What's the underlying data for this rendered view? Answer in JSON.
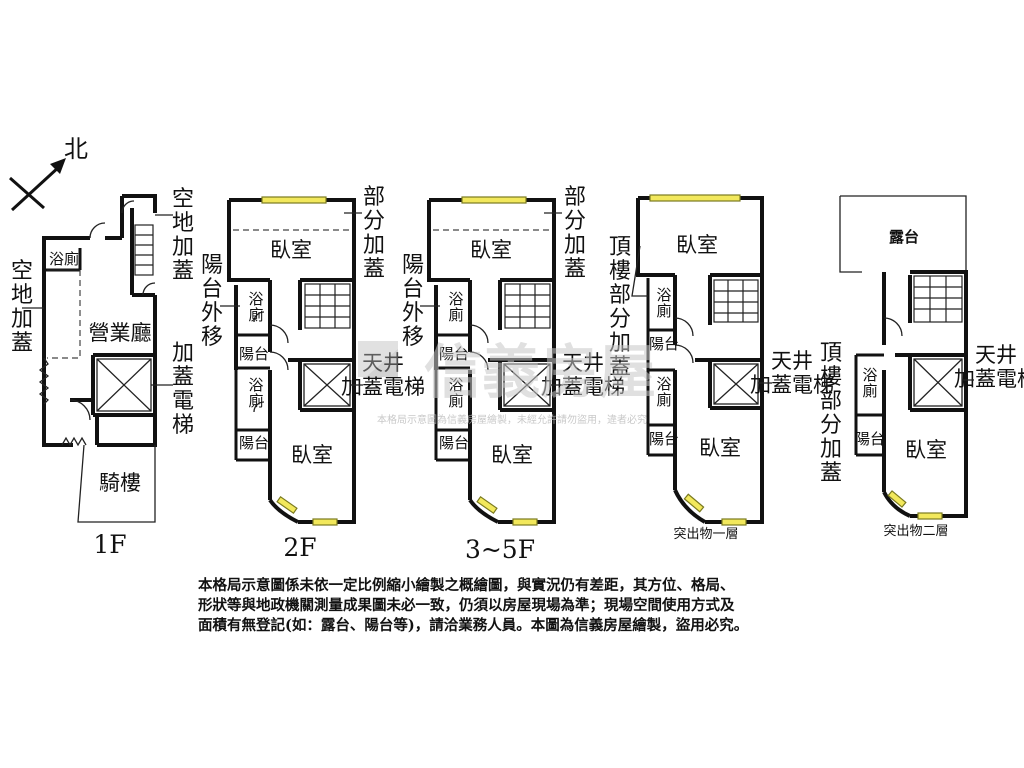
{
  "compass": {
    "north": "北"
  },
  "floors": {
    "f1": {
      "label": "1F",
      "rooms": {
        "bath": "浴廁",
        "hall": "營業廳",
        "arcade": "騎樓"
      },
      "notes": {
        "left": "空地加蓋",
        "top_right": "空地加蓋",
        "elevator": "加蓋電梯"
      }
    },
    "f2": {
      "label": "2F",
      "rooms": {
        "bedroom_top": "臥室",
        "bath1": "浴廁",
        "balcony1": "陽台",
        "bath2": "浴廁",
        "balcony2": "陽台",
        "bedroom_bottom": "臥室"
      },
      "notes": {
        "left": "陽台外移",
        "top_right": "部分加蓋",
        "shaft": "天井",
        "elevator": "加蓋電梯"
      }
    },
    "f3": {
      "label": "3~5F",
      "rooms": {
        "bedroom_top": "臥室",
        "bath1": "浴廁",
        "balcony1": "陽台",
        "bath2": "浴廁",
        "balcony2": "陽台",
        "bedroom_bottom": "臥室"
      },
      "notes": {
        "left": "陽台外移",
        "top_right": "部分加蓋",
        "shaft": "天井",
        "elevator": "加蓋電梯"
      }
    },
    "p1": {
      "label": "突出物一層",
      "rooms": {
        "bedroom_top": "臥室",
        "bath1": "浴廁",
        "balcony1": "陽台",
        "bath2": "浴廁",
        "balcony2": "陽台",
        "bedroom_bottom": "臥室"
      },
      "notes": {
        "left": "頂樓部分加蓋",
        "shaft": "天井",
        "elevator": "加蓋電梯"
      }
    },
    "p2": {
      "label": "突出物二層",
      "rooms": {
        "terrace": "露台",
        "bath": "浴廁",
        "balcony": "陽台",
        "bedroom": "臥室"
      },
      "notes": {
        "left": "頂樓部分加蓋",
        "shaft": "天井",
        "elevator": "加蓋電梯"
      }
    }
  },
  "watermark": {
    "brand": "信義房屋",
    "line": "本格局示意圖為信義房屋繪製，未經允許請勿盜用，違者必究"
  },
  "disclaimer": [
    "本格局示意圖係未依一定比例縮小繪製之概繪圖，與實況仍有差距，其方位、格局、",
    "形狀等與地政機關測量成果圖未必一致，仍須以房屋現場為準；現場空間使用方式及",
    "面積有無登記(如：露台、陽台等)，請洽業務人員。本圖為信義房屋繪製，盜用必究。"
  ]
}
